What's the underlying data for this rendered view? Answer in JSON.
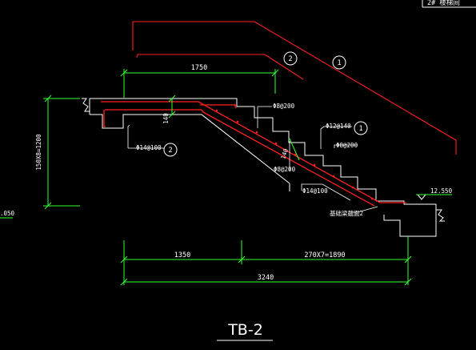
{
  "drawing": {
    "title": "TB-2",
    "top_right_label": "2# 楼梯间",
    "colors": {
      "background": "#000000",
      "outline": "#ffffff",
      "rebar": "#ff2020",
      "dimension": "#33ff33"
    }
  },
  "dimensions": {
    "top_length": "1750",
    "height": "150X8=1200",
    "bottom_left": "1350",
    "bottom_right": "270X7=1890",
    "total": "3240",
    "thickness_top": "140",
    "thickness_slab": "140"
  },
  "rebar_labels": {
    "r1": "Φ8@200",
    "r2": "Φ12@140",
    "r3": "Φ8@200",
    "r4": "Φ8@200",
    "r5": "Φ14@100",
    "r6": "Φ14@100",
    "mark_1": "1",
    "mark_2": "2"
  },
  "elevations": {
    "right": "12.550",
    "left": ".050"
  },
  "annotations": {
    "beam_note": "基础梁截面2"
  }
}
